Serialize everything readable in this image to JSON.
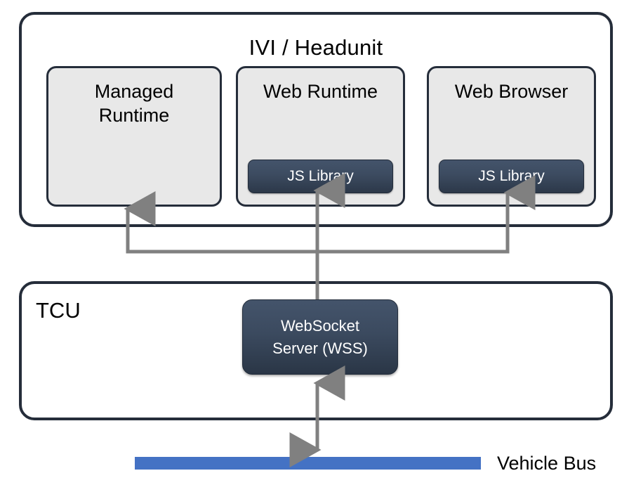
{
  "diagram": {
    "title": "IVI / Headunit to TCU WebSocket architecture",
    "containers": [
      {
        "id": "ivi",
        "label": "IVI / Headunit"
      },
      {
        "id": "tcu",
        "label": "TCU"
      }
    ],
    "components": [
      {
        "id": "managed-runtime",
        "label": "Managed\nRuntime",
        "line1": "Managed",
        "line2": "Runtime",
        "child": null
      },
      {
        "id": "web-runtime",
        "label": "Web Runtime",
        "line1": "Web Runtime",
        "line2": "",
        "child": "JS Library"
      },
      {
        "id": "web-browser",
        "label": "Web Browser",
        "line1": "Web Browser",
        "line2": "",
        "child": "JS Library"
      }
    ],
    "js_library_label": "JS Library",
    "server": {
      "id": "websocket-server",
      "line1": "WebSocket",
      "line2": "Server (WSS)"
    },
    "bus": {
      "id": "vehicle-bus",
      "label": "Vehicle Bus"
    },
    "connectors": [
      {
        "id": "wss-to-managed-runtime",
        "from": "websocket-server",
        "to": "managed-runtime",
        "direction": "up",
        "style": "elbow"
      },
      {
        "id": "wss-to-web-runtime-js-library",
        "from": "websocket-server",
        "to": "web-runtime",
        "direction": "up",
        "style": "straight"
      },
      {
        "id": "wss-to-web-browser-js-library",
        "from": "websocket-server",
        "to": "web-browser",
        "direction": "up",
        "style": "elbow"
      },
      {
        "id": "wss-to-vehicle-bus",
        "from": "websocket-server",
        "to": "vehicle-bus",
        "direction": "both",
        "style": "straight"
      }
    ],
    "colors": {
      "outline": "#252d3a",
      "component_fill": "#e8e8e8",
      "pill_fill_top": "#44546b",
      "pill_fill_bottom": "#2c3849",
      "connector": "#808080",
      "bus": "#4472c4",
      "background": "#ffffff",
      "text_dark": "#000000",
      "text_light": "#ffffff"
    }
  }
}
